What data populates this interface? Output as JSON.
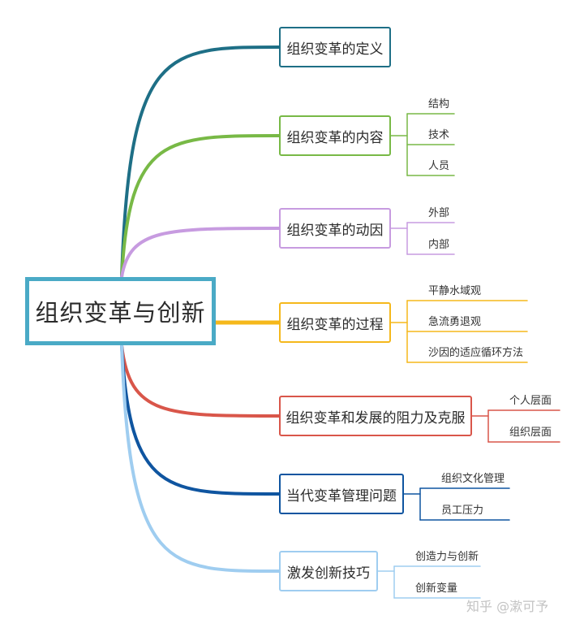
{
  "root": {
    "label": "组织变革与创新",
    "color": "#4aaac6"
  },
  "branches": [
    {
      "id": "b1",
      "label": "组织变革的定义",
      "color": "#1e6f86",
      "children": []
    },
    {
      "id": "b2",
      "label": "组织变革的内容",
      "color": "#78b946",
      "children": [
        "结构",
        "技术",
        "人员"
      ]
    },
    {
      "id": "b3",
      "label": "组织变革的动因",
      "color": "#c79be0",
      "children": [
        "外部",
        "内部"
      ]
    },
    {
      "id": "b4",
      "label": "组织变革的过程",
      "color": "#f5b81c",
      "children": [
        "平静水域观",
        "急流勇退观",
        "沙因的适应循环方法"
      ]
    },
    {
      "id": "b5",
      "label": "组织变革和发展的阻力及克服",
      "color": "#d9564a",
      "children": [
        "个人层面",
        "组织层面"
      ]
    },
    {
      "id": "b6",
      "label": "当代变革管理问题",
      "color": "#0f55a0",
      "children": [
        "组织文化管理",
        "员工压力"
      ]
    },
    {
      "id": "b7",
      "label": "激发创新技巧",
      "color": "#9fcdf0",
      "children": [
        "创造力与创新",
        "创新变量"
      ]
    }
  ],
  "watermark": "知乎 @漱可予"
}
